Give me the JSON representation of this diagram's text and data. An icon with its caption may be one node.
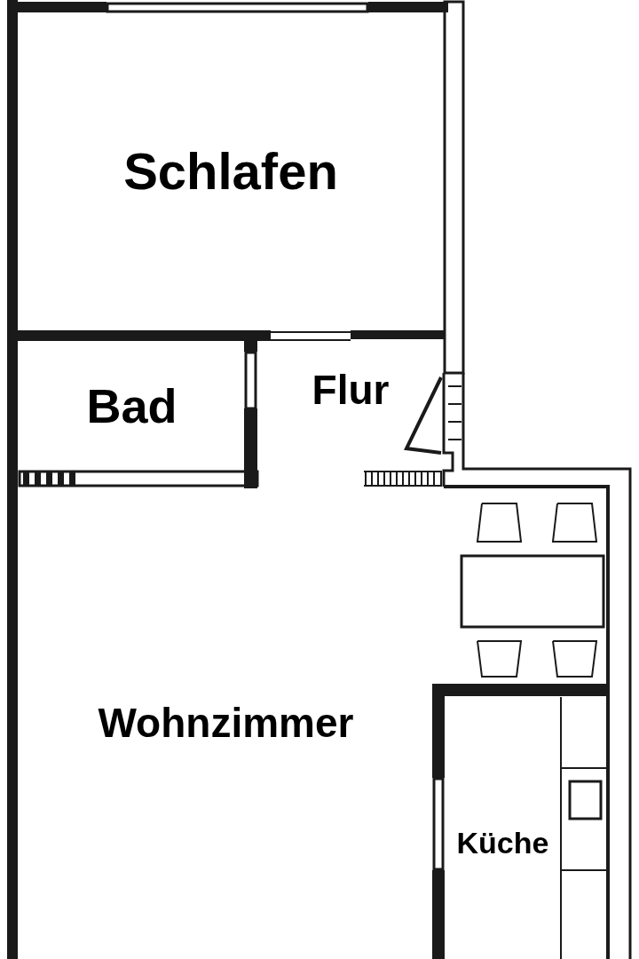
{
  "diagram": {
    "nodes": [
      {
        "text": [
          "Schlafen"
        ]
      },
      {
        "text": [
          "Bad"
        ]
      },
      {
        "text": [
          "Flur"
        ]
      },
      {
        "text": [
          "Wohnzimmer"
        ]
      },
      {
        "text": [
          "Küche"
        ]
      }
    ]
  }
}
